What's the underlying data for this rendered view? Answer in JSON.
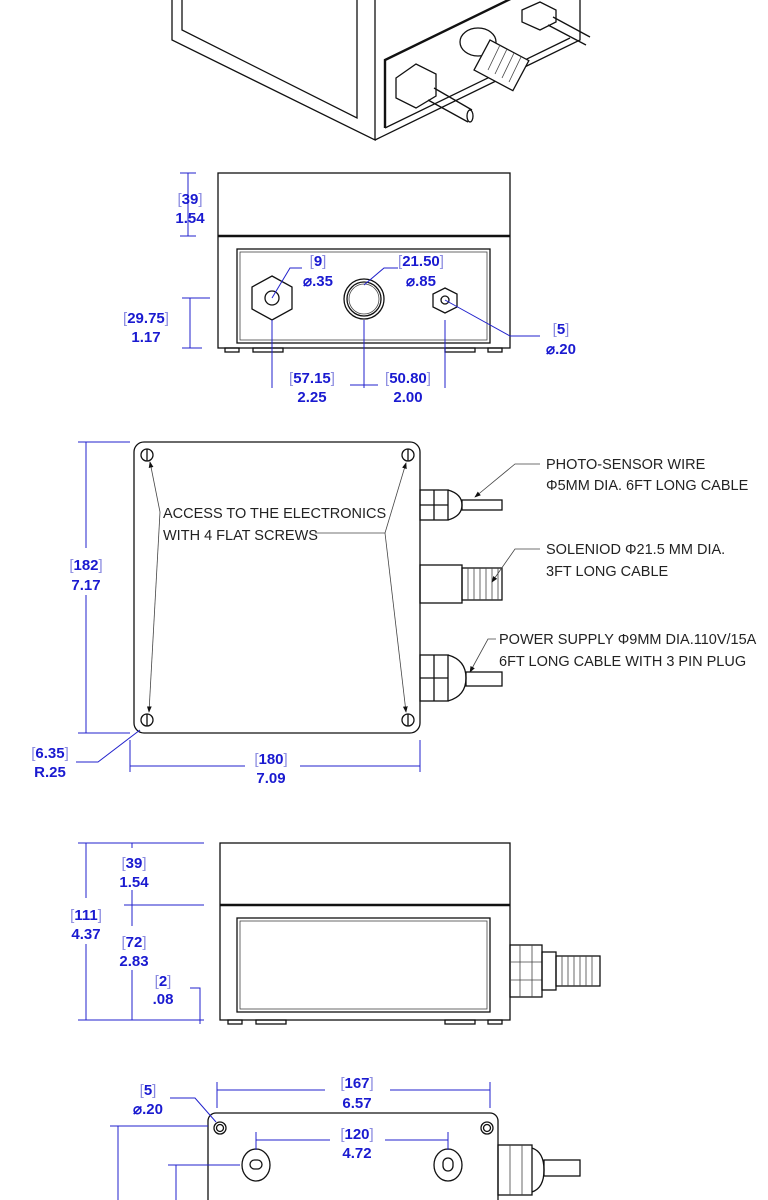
{
  "front_view": {
    "dims": {
      "lid_height": {
        "mm": "39",
        "in": "1.54"
      },
      "port_height": {
        "mm": "29.75",
        "in": "1.17"
      },
      "port1_dia": {
        "mm": "9",
        "in": "⌀.35"
      },
      "port2_dia": {
        "mm": "21.50",
        "in": "⌀.85"
      },
      "port3_dia": {
        "mm": "5",
        "in": "⌀.20"
      },
      "spacing_1_2": {
        "mm": "57.15",
        "in": "2.25"
      },
      "spacing_2_3": {
        "mm": "50.80",
        "in": "2.00"
      }
    }
  },
  "top_view": {
    "note": [
      "ACCESS TO THE ELECTRONICS",
      "WITH 4 FLAT SCREWS"
    ],
    "callouts": {
      "photo_sensor": [
        "PHOTO-SENSOR WIRE",
        "Φ5MM DIA. 6FT LONG CABLE"
      ],
      "solenoid": [
        "SOLENIOD Φ21.5 MM DIA.",
        "3FT LONG CABLE"
      ],
      "power": [
        "POWER SUPPLY Φ9MM DIA.110V/15A",
        "6FT LONG CABLE WITH 3 PIN PLUG"
      ]
    },
    "dims": {
      "depth": {
        "mm": "182",
        "in": "7.17"
      },
      "corner_radius": {
        "mm": "6.35",
        "in": "R.25"
      },
      "width": {
        "mm": "180",
        "in": "7.09"
      }
    }
  },
  "side_view": {
    "dims": {
      "lid_height": {
        "mm": "39",
        "in": "1.54"
      },
      "total_height": {
        "mm": "111",
        "in": "4.37"
      },
      "base_height": {
        "mm": "72",
        "in": "2.83"
      },
      "foot_height": {
        "mm": "2",
        "in": ".08"
      }
    }
  },
  "bottom_view": {
    "dims": {
      "hole_dia": {
        "mm": "5",
        "in": "⌀.20"
      },
      "hole_spacing": {
        "mm": "167",
        "in": "6.57"
      },
      "slot_spacing": {
        "mm": "120",
        "in": "4.72"
      }
    }
  }
}
